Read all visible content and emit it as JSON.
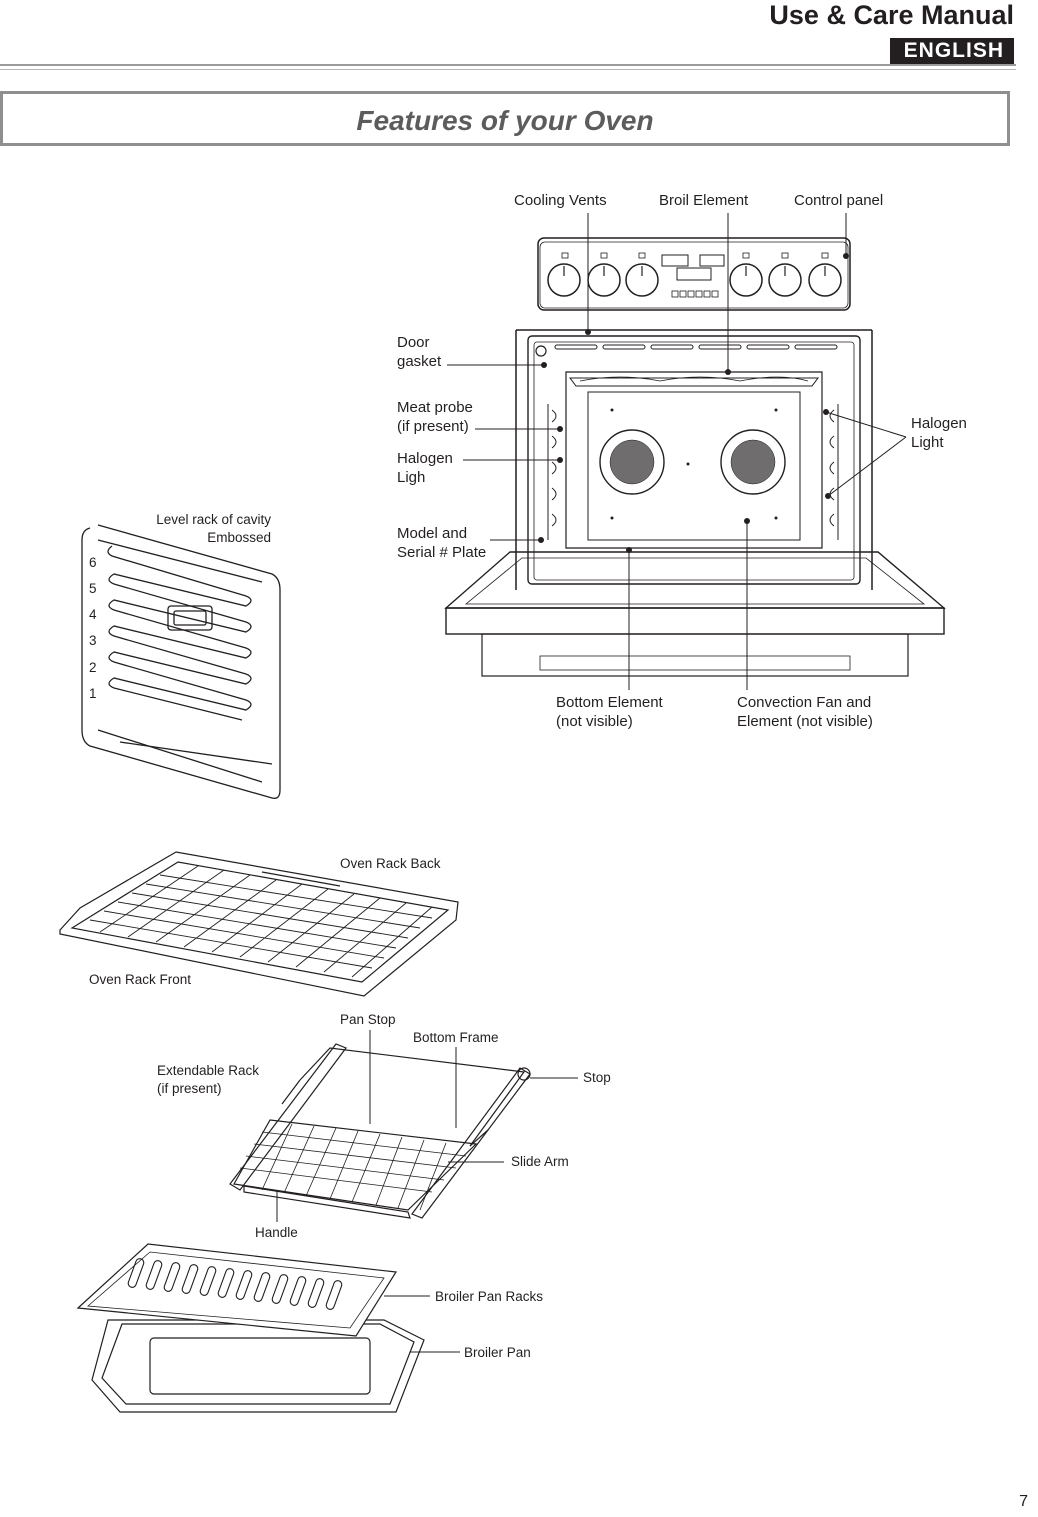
{
  "header": {
    "manual_title": "Use & Care Manual",
    "language": "ENGLISH"
  },
  "section_title": "Features of your Oven",
  "oven_labels": {
    "cooling_vents": "Cooling Vents",
    "broil_element": "Broil Element",
    "control_panel": "Control panel",
    "door_gasket_1": "Door",
    "door_gasket_2": "gasket",
    "meat_probe_1": "Meat probe",
    "meat_probe_2": "(if present)",
    "halogen_left_1": "Halogen",
    "halogen_left_2": "Ligh",
    "halogen_right_1": "Halogen",
    "halogen_right_2": "Light",
    "model_serial_1": "Model and",
    "model_serial_2": "Serial # Plate",
    "bottom_element_1": "Bottom Element",
    "bottom_element_2": "(not visible)",
    "convection_1": "Convection Fan and",
    "convection_2": "Element (not visible)"
  },
  "cavity_labels": {
    "level_rack_1": "Level rack of cavity",
    "level_rack_2": "Embossed",
    "levels": [
      "6",
      "5",
      "4",
      "3",
      "2",
      "1"
    ]
  },
  "rack_labels": {
    "back": "Oven Rack Back",
    "front": "Oven Rack Front"
  },
  "extendable_labels": {
    "pan_stop": "Pan Stop",
    "bottom_frame": "Bottom Frame",
    "rack_1": "Extendable Rack",
    "rack_2": "(if present)",
    "stop": "Stop",
    "slide_arm": "Slide Arm",
    "handle": "Handle"
  },
  "broiler_labels": {
    "racks": "Broiler Pan Racks",
    "pan": "Broiler Pan"
  },
  "page_number": "7"
}
